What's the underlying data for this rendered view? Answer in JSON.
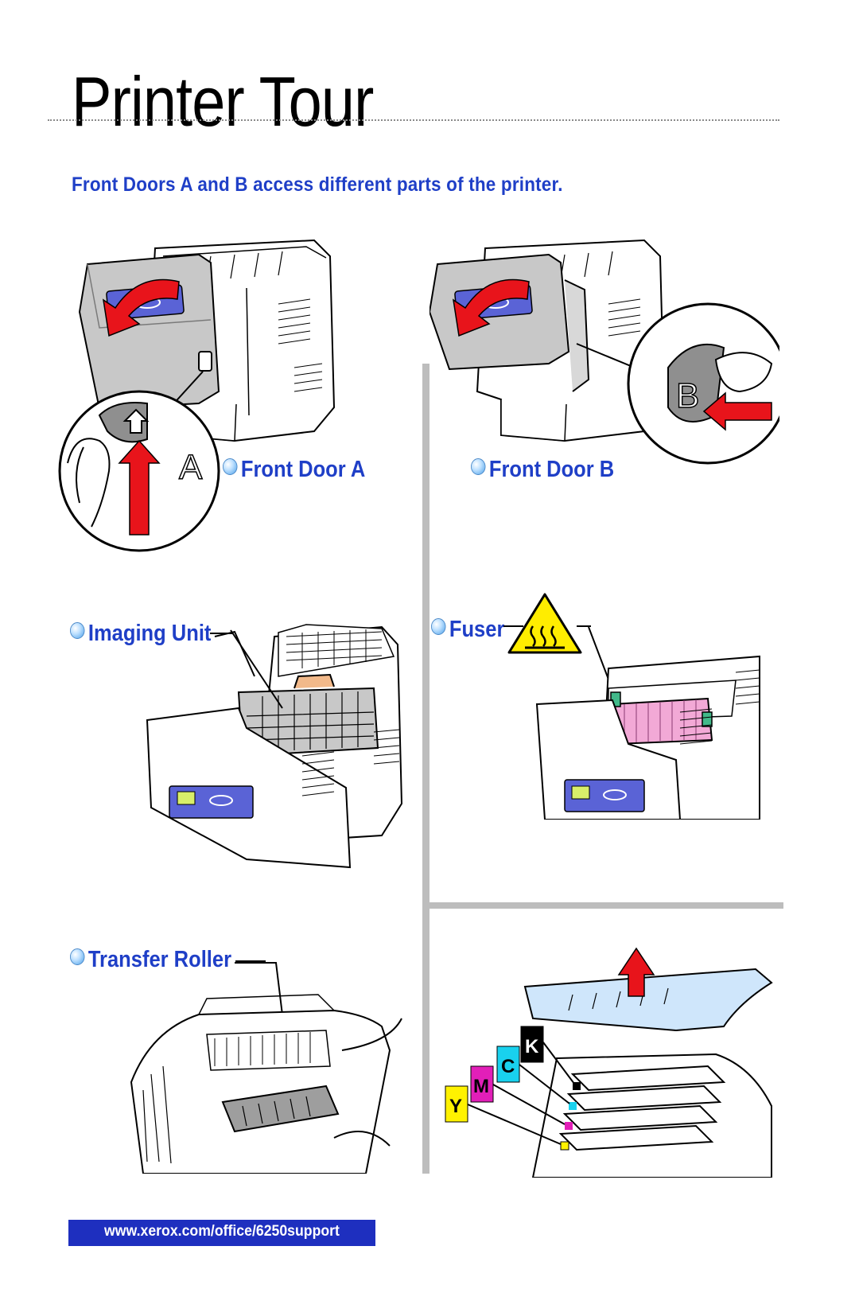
{
  "page": {
    "title": "Printer Tour",
    "subtitle": "Front Doors A and B access different parts of the printer.",
    "labels": {
      "front_door_a": "Front Door A",
      "front_door_b": "Front Door B",
      "imaging_unit": "Imaging Unit",
      "fuser": "Fuser",
      "transfer_roller": "Transfer Roller"
    },
    "door_letters": {
      "a": "A",
      "b": "B"
    },
    "toner_letters": {
      "k": "K",
      "c": "C",
      "m": "M",
      "y": "Y"
    },
    "footer_url": "www.xerox.com/office/6250support"
  },
  "colors": {
    "accent_blue": "#1f3fc7",
    "arrow_red": "#e8141b",
    "divider_gray": "#bdbdbd",
    "fuser_pink": "#f2a9d6",
    "imaging_handle": "#f2b98a",
    "caution_yellow": "#ffed00",
    "toner_cyan": "#19d1ee",
    "toner_magenta": "#e21fb8",
    "toner_yellow": "#fff200",
    "toner_black": "#000000",
    "tray_blue": "#cfe6fb"
  },
  "icons": [
    "bullet-icon",
    "hot-surface-warning-icon",
    "arrow-icon",
    "button-up-arrow-icon"
  ]
}
